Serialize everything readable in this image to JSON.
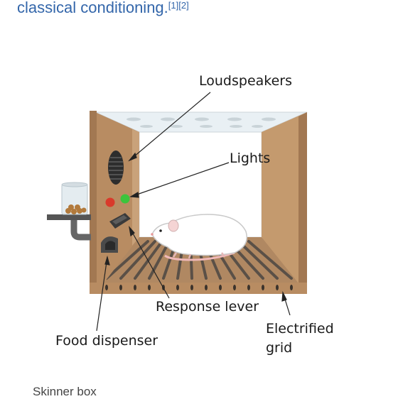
{
  "article": {
    "text": "classical conditioning.",
    "citations": [
      "[1]",
      "[2]"
    ]
  },
  "diagram": {
    "labels": {
      "loudspeakers": "Loudspeakers",
      "lights": "Lights",
      "response_lever": "Response lever",
      "food_dispenser": "Food dispenser",
      "electrified_grid_line1": "Electrified",
      "electrified_grid_line2": "grid"
    },
    "colors": {
      "wood": "#b88c62",
      "wood_dark": "#9c7450",
      "light_red": "#d93a2b",
      "light_green": "#3cc43c",
      "grid_bars": "#5a5047",
      "rat": "#ffffff"
    }
  },
  "caption": "Skinner box"
}
